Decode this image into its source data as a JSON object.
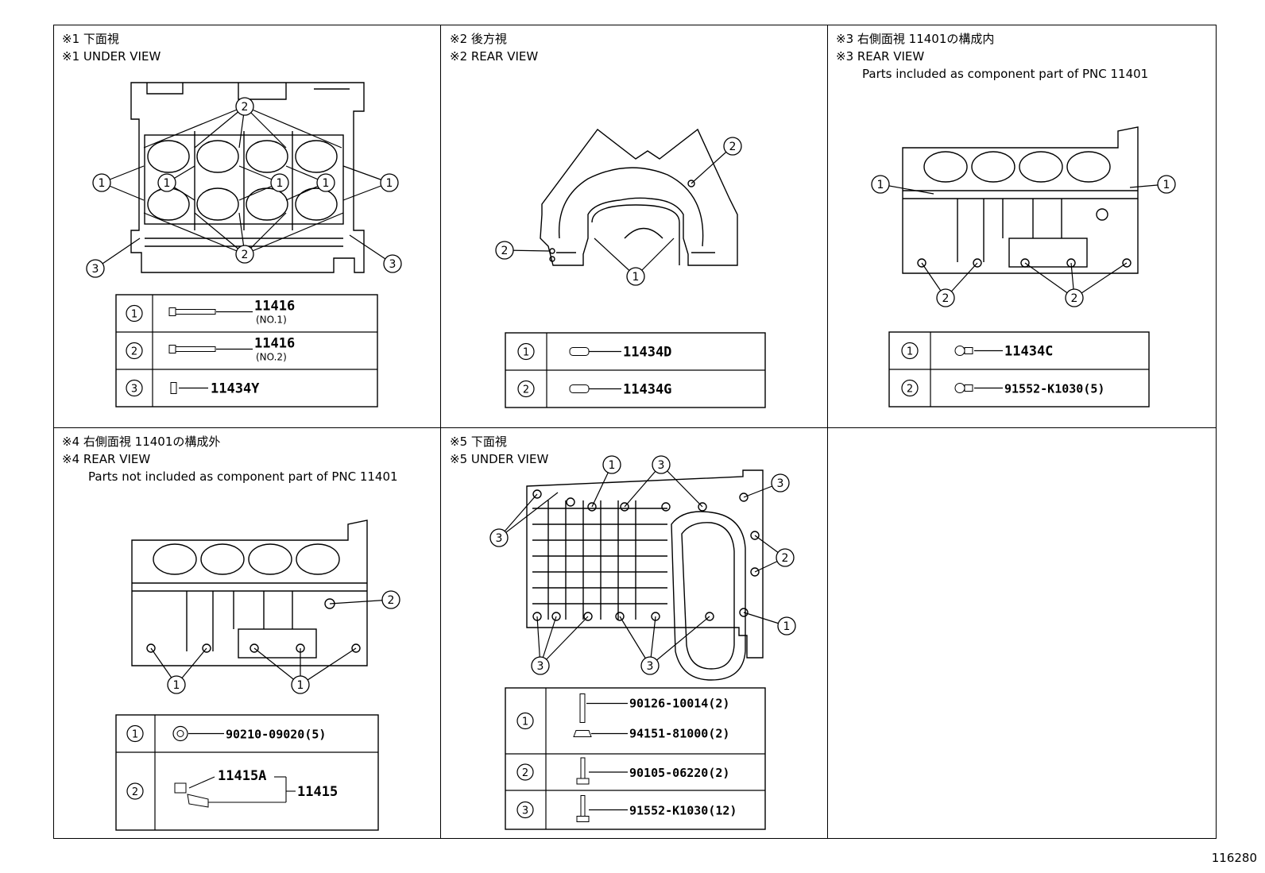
{
  "panels": {
    "p1": {
      "title_ja": "※1 下面視",
      "title_en": "※1 UNDER VIEW",
      "rows": [
        {
          "num": "1",
          "part": "11416",
          "note": "(NO.1)"
        },
        {
          "num": "2",
          "part": "11416",
          "note": "(NO.2)"
        },
        {
          "num": "3",
          "part": "11434Y",
          "note": ""
        }
      ]
    },
    "p2": {
      "title_ja": "※2 後方視",
      "title_en": "※2 REAR VIEW",
      "rows": [
        {
          "num": "1",
          "part": "11434D"
        },
        {
          "num": "2",
          "part": "11434G"
        }
      ]
    },
    "p3": {
      "title_ja": "※3 右側面視 11401の構成内",
      "title_en": "※3 REAR VIEW",
      "note": "Parts included as component part of PNC 11401",
      "rows": [
        {
          "num": "1",
          "part": "11434C"
        },
        {
          "num": "2",
          "part": "91552-K1030(5)"
        }
      ]
    },
    "p4": {
      "title_ja": "※4 右側面視 11401の構成外",
      "title_en": "※4 REAR VIEW",
      "note": "Parts not included as component part of PNC 11401",
      "rows": [
        {
          "num": "1",
          "part": "90210-09020(5)"
        },
        {
          "num": "2",
          "part_a": "11415A",
          "part_b": "11415"
        }
      ]
    },
    "p5": {
      "title_ja": "※5 下面視",
      "title_en": "※5 UNDER VIEW",
      "rows": [
        {
          "num": "1",
          "part_a": "90126-10014(2)",
          "part_b": "94151-81000(2)"
        },
        {
          "num": "2",
          "part": "90105-06220(2)"
        },
        {
          "num": "3",
          "part": "91552-K1030(12)"
        }
      ]
    }
  },
  "callouts": [
    "1",
    "2",
    "3"
  ],
  "figure_number": "116280"
}
